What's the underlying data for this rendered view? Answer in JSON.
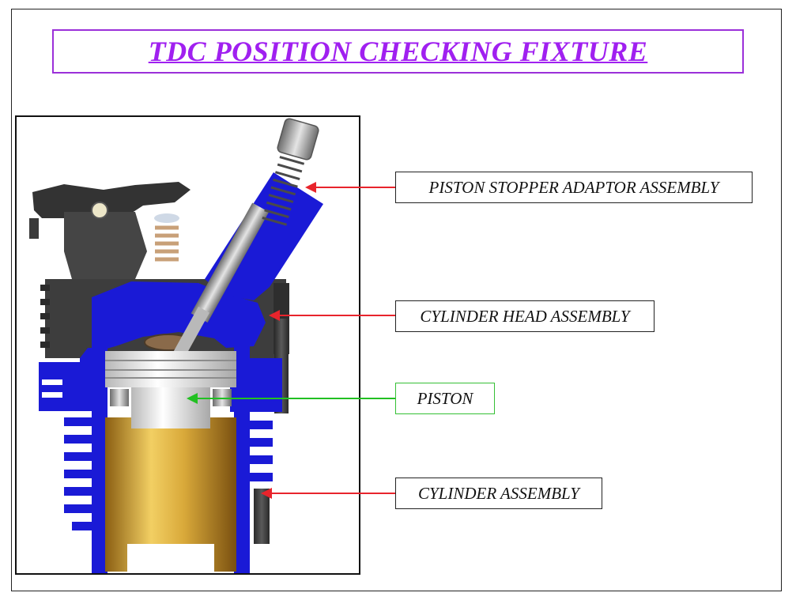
{
  "title": "TDC POSITION CHECKING FIXTURE",
  "labels": {
    "piston_stopper": "PISTON STOPPER ADAPTOR ASSEMBLY",
    "cylinder_head": "CYLINDER HEAD ASSEMBLY",
    "piston": "PISTON",
    "cylinder": "CYLINDER ASSEMBLY"
  },
  "colors": {
    "title": "#a020f0",
    "title_border": "#9b30d9",
    "leader_red": "#e8242c",
    "leader_green": "#22c022",
    "blue_body": "#1a1ad6",
    "gold_liner": "#d4a533"
  }
}
